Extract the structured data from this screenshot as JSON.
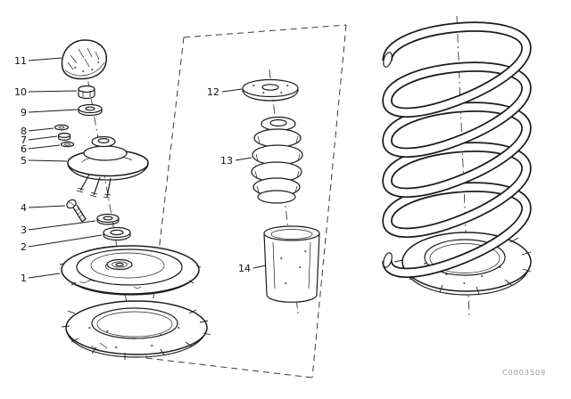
{
  "diagram": {
    "code": "C0003509",
    "callouts": {
      "c1": "1",
      "c2": "2",
      "c3": "3",
      "c4": "4",
      "c5": "5",
      "c6": "6",
      "c7": "7",
      "c8": "8",
      "c9": "9",
      "c10": "10",
      "c11": "11",
      "c12": "12",
      "c13": "13",
      "c14": "14"
    },
    "colors": {
      "line": "#1c1c1c",
      "background": "#ffffff",
      "code_text": "#9b9b9b"
    }
  }
}
